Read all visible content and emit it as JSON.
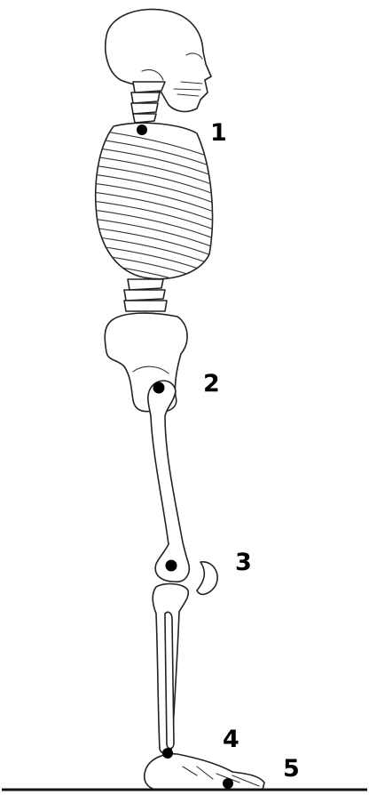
{
  "figure": {
    "labels": [
      {
        "id": "1",
        "text": "1"
      },
      {
        "id": "2",
        "text": "2"
      },
      {
        "id": "3",
        "text": "3"
      },
      {
        "id": "4",
        "text": "4"
      },
      {
        "id": "5",
        "text": "5"
      }
    ],
    "colors": {
      "outline": "#222222",
      "marker": "#000000",
      "background": "#ffffff"
    }
  }
}
